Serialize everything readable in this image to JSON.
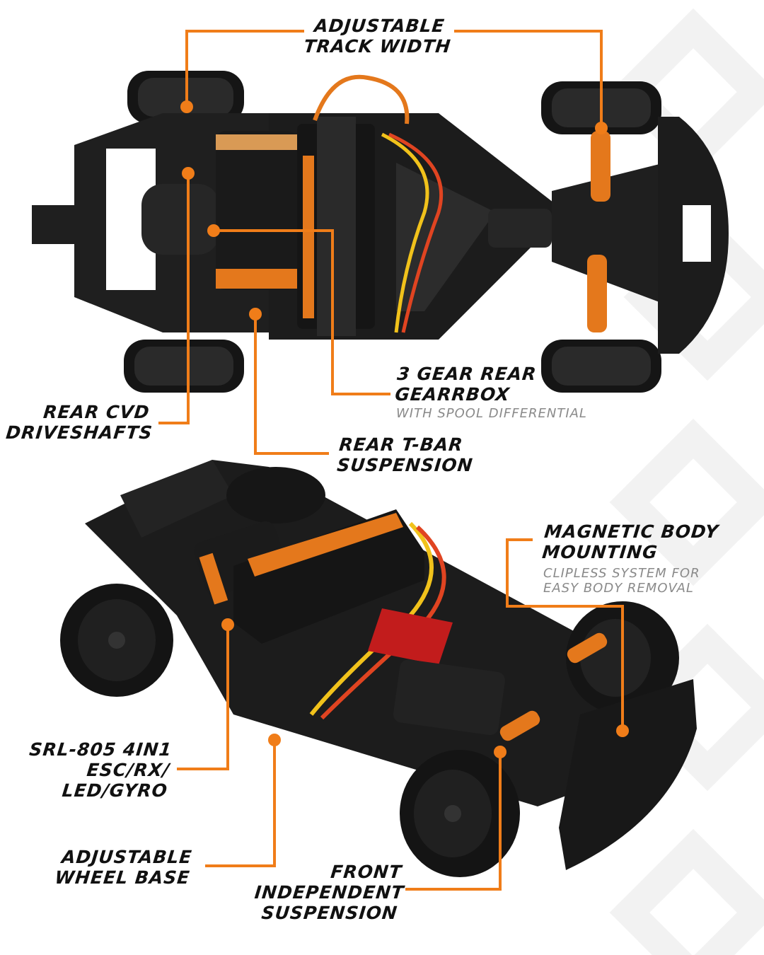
{
  "colors": {
    "accent": "#f07d19",
    "text": "#111111",
    "subtext": "#8a8a8a",
    "chassis": "#1c1c1c",
    "motor_accent": "#e4781c"
  },
  "images": {
    "top": "rc-car-chassis-top-view",
    "bottom": "rc-car-chassis-perspective-view"
  },
  "labels": {
    "track_width": [
      "ADJUSTABLE",
      "TRACK WIDTH"
    ],
    "gearbox": [
      "3 GEAR REAR",
      "GEARRBOX"
    ],
    "gearbox_sub": "WITH SPOOL DIFFERENTIAL",
    "cvd": [
      "REAR CVD",
      "DRIVESHAFTS"
    ],
    "tbar": [
      "REAR T-BAR",
      "SUSPENSION"
    ],
    "magnetic": [
      "MAGNETIC BODY",
      "MOUNTING"
    ],
    "magnetic_sub": [
      "CLIPLESS SYSTEM FOR",
      "EASY BODY REMOVAL"
    ],
    "esc": [
      "SRL-805 4IN1",
      "ESC/RX/",
      "LED/GYRO"
    ],
    "wheelbase": [
      "ADJUSTABLE",
      "WHEEL BASE"
    ],
    "front_susp": [
      "FRONT",
      "INDEPENDENT",
      "SUSPENSION"
    ]
  }
}
